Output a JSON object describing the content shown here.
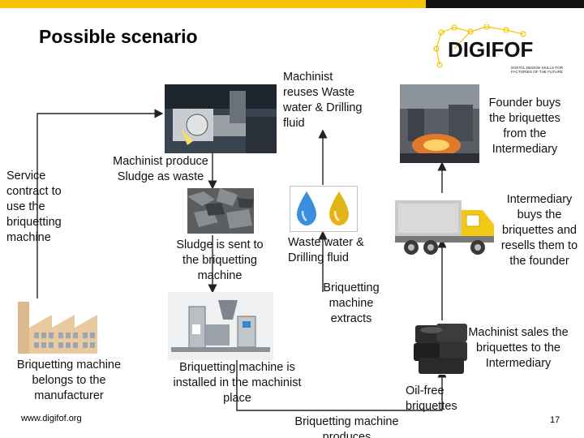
{
  "header": {
    "title": "Possible scenario",
    "brand_colors": {
      "yellow": "#f5c400",
      "black": "#111111"
    }
  },
  "logo": {
    "name": "DIGIFOF",
    "tagline_line1": "DIGITAL DESIGN SKILLS FOR",
    "tagline_line2": "FACTORIES OF THE FUTURE"
  },
  "nodes": {
    "service_contract": "Service contract to use the briquetting machine",
    "machinist_reuses": "Machinist reuses Waste water & Drilling fluid",
    "founder_buys": "Founder buys the briquettes from the Intermediary",
    "machinist_produce": "Machinist produce Sludge as waste",
    "intermediary_buys": "Intermediary buys the briquettes and resells them to the founder",
    "sludge_sent": "Sludge is sent to the briquetting machine",
    "waste_water": "Waste water & Drilling fluid",
    "machine_extracts": "Briquetting machine extracts",
    "machinist_sales": "Machinist sales the briquettes to the Intermediary",
    "machine_belongs": "Briquetting machine belongs to the manufacturer",
    "machine_installed": "Briquetting machine is installed in the machinist place",
    "oil_free": "Oil-free briquettes",
    "machine_produces": "Briquetting machine produces"
  },
  "icons": {
    "cnc": "cnc-machine-photo",
    "foundry": "foundry-photo",
    "sludge": "sludge-photo",
    "drops": "water-and-oil-drops-icon",
    "truck": "delivery-truck-icon",
    "factory": "factory-icon",
    "machine": "briquetting-machine-photo",
    "briquettes": "briquettes-photo"
  },
  "footer": {
    "url": "www.digifof.org",
    "page_number": "17"
  }
}
